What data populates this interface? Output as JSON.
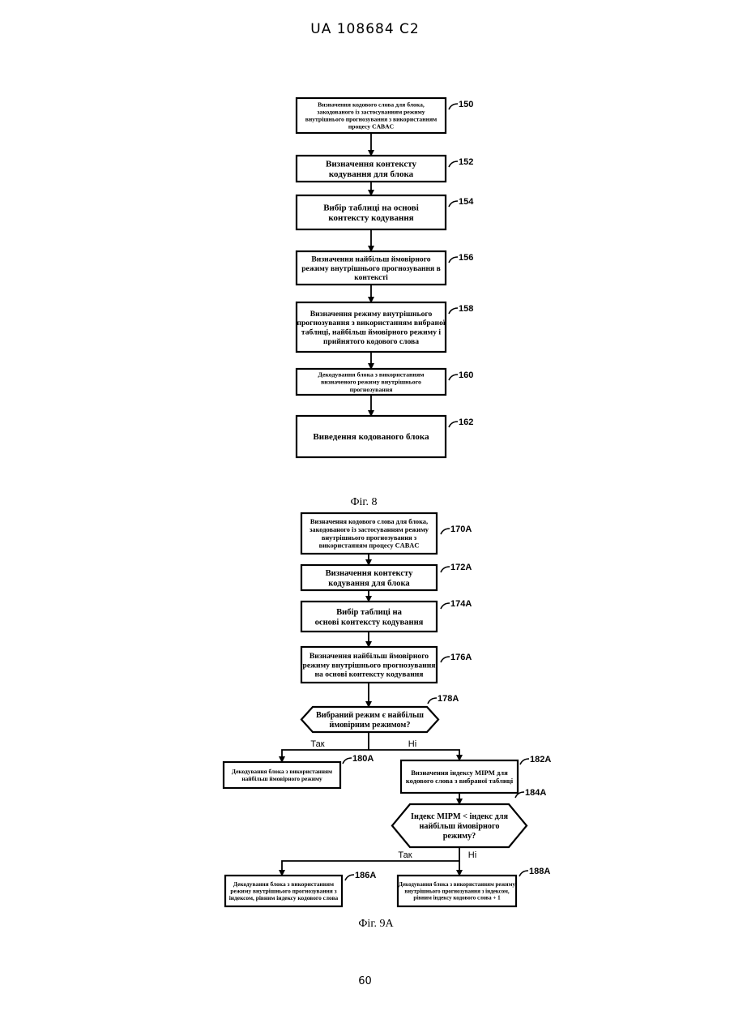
{
  "header": "UA   108684   C2",
  "page_number": "60",
  "fig8": {
    "caption": "Фіг. 8",
    "nodes": [
      {
        "ref": "150",
        "lines": [
          "Визначення кодового слова для блока,",
          "закодованого із застосуванням режиму",
          "внутрішнього прогнозування з використанням",
          "процесу CABAC"
        ]
      },
      {
        "ref": "152",
        "lines": [
          "Визначення контексту",
          "кодування для блока"
        ]
      },
      {
        "ref": "154",
        "lines": [
          "Вибір таблиці на основі",
          "контексту кодування"
        ]
      },
      {
        "ref": "156",
        "lines": [
          "Визначення найбільш ймовірного",
          "режиму внутрішнього прогнозування в",
          "контексті"
        ]
      },
      {
        "ref": "158",
        "lines": [
          "Визначення режиму внутрішнього",
          "прогнозування з використанням вибраної",
          "таблиці, найбільш ймовірного режиму і",
          "прийнятого кодового слова"
        ]
      },
      {
        "ref": "160",
        "lines": [
          "Декодування блока з використанням",
          "визначеного режиму внутрішнього",
          "прогнозування"
        ]
      },
      {
        "ref": "162",
        "lines": [
          "Виведення кодованого блока"
        ]
      }
    ]
  },
  "fig9a": {
    "caption": "Фіг. 9А",
    "nodes": [
      {
        "ref": "170A",
        "lines": [
          "Визначення кодового слова для блока,",
          "закодованого із застосуванням режиму",
          "внутрішнього прогнозування з",
          "використанням процесу CABAC"
        ]
      },
      {
        "ref": "172A",
        "lines": [
          "Визначення контексту",
          "кодування для блока"
        ]
      },
      {
        "ref": "174A",
        "lines": [
          "Вибір таблиці на",
          "основі контексту кодування"
        ]
      },
      {
        "ref": "176A",
        "lines": [
          "Визначення найбільш ймовірного",
          "режиму внутрішнього прогнозування",
          "на основі контексту кодування"
        ]
      },
      {
        "ref": "178A",
        "lines": [
          "Вибраний режим є найбільш",
          "ймовірним режимом?"
        ]
      },
      {
        "ref": "180A",
        "lines": [
          "Декодування блока з використанням",
          "найбільш ймовірного режиму"
        ]
      },
      {
        "ref": "182A",
        "lines": [
          "Визначення індексу MIPM для",
          "кодового слова з вибраної таблиці"
        ]
      },
      {
        "ref": "184A",
        "lines": [
          "Індекс MIPM < індекс для",
          "найбільш ймовірного",
          "режиму?"
        ]
      },
      {
        "ref": "186A",
        "lines": [
          "Декодування блока з використанням",
          "режиму внутрішнього прогнозування з",
          "індексом, рівним індексу кодового слова"
        ]
      },
      {
        "ref": "188A",
        "lines": [
          "Декодування блока з використанням режиму",
          "внутрішнього прогнозування з індексом,",
          "рівним індексу кодового слова + 1"
        ]
      }
    ],
    "branches": {
      "yes": "Так",
      "no": "Ні"
    }
  }
}
